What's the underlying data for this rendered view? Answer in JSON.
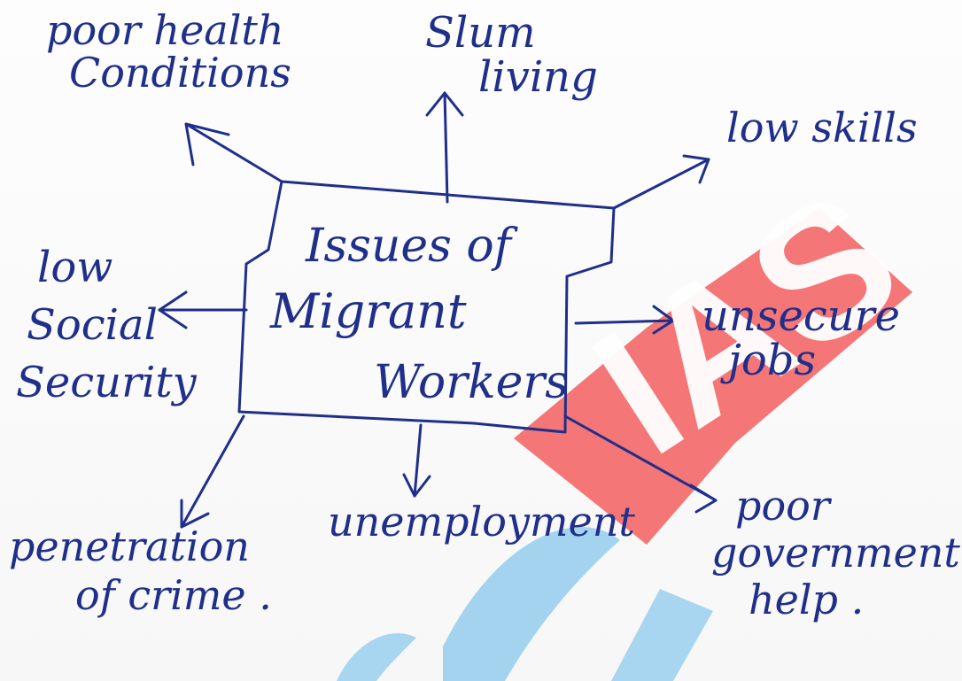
{
  "diagram": {
    "center": {
      "line1": "Issues of",
      "line2": "Migrant",
      "line3": "Workers"
    },
    "nodes": {
      "poor_health": {
        "line1": "poor health",
        "line2": "Conditions"
      },
      "slum_living": {
        "line1": "Slum",
        "line2": "living"
      },
      "low_skills": {
        "line1": "low skills"
      },
      "low_social_security": {
        "line1": "low",
        "line2": "Social",
        "line3": "Security"
      },
      "unsecure_jobs": {
        "line1": "unsecure",
        "line2": "jobs"
      },
      "penetration_of_crime": {
        "line1": "penetration",
        "line2": "of crime ."
      },
      "unemployment": {
        "line1": "unemployment"
      },
      "poor_government_help": {
        "line1": "poor",
        "line2": "government",
        "line3": "help ."
      }
    }
  },
  "watermark": {
    "text": "IAS",
    "color": "#f15b5b"
  },
  "colors": {
    "ink": "#1f2f8a",
    "watermark_blue": "#8ec9ec"
  }
}
